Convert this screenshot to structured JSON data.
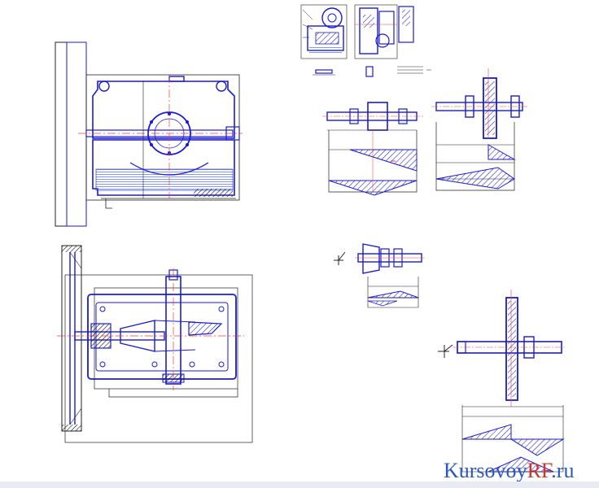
{
  "watermark": {
    "part1": "Kursovoy",
    "part2": "RF",
    "part3": ".ru"
  },
  "colors": {
    "line": "#1a1ad6",
    "center": "#e8432c",
    "thin": "#222222",
    "hatch": "#1a1ad6",
    "oil": "#4a6cff"
  }
}
